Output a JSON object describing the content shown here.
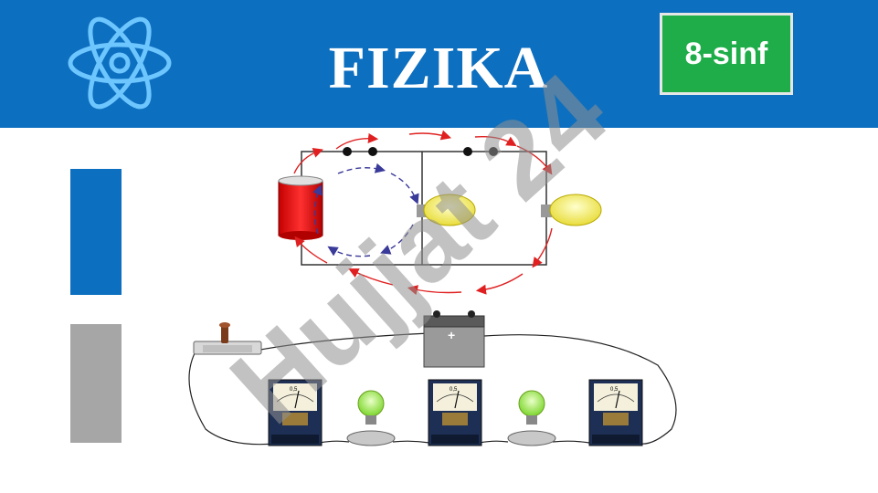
{
  "header": {
    "title": "FIZIKA",
    "grade_badge": "8-sinf",
    "atom_icon": "atom-icon"
  },
  "illustration": {
    "meter_scale_label": "0,5",
    "battery_sign": "+"
  },
  "watermark": {
    "text": "Hujjat 24"
  },
  "colors": {
    "header_bg": "#0d6fbf",
    "badge_bg": "#1fad4a",
    "accent_blue": "#0d6fbf",
    "accent_gray": "#a6a6a6",
    "watermark_purple": "#c7c9f5",
    "watermark_gray": "#9c9c9c"
  }
}
